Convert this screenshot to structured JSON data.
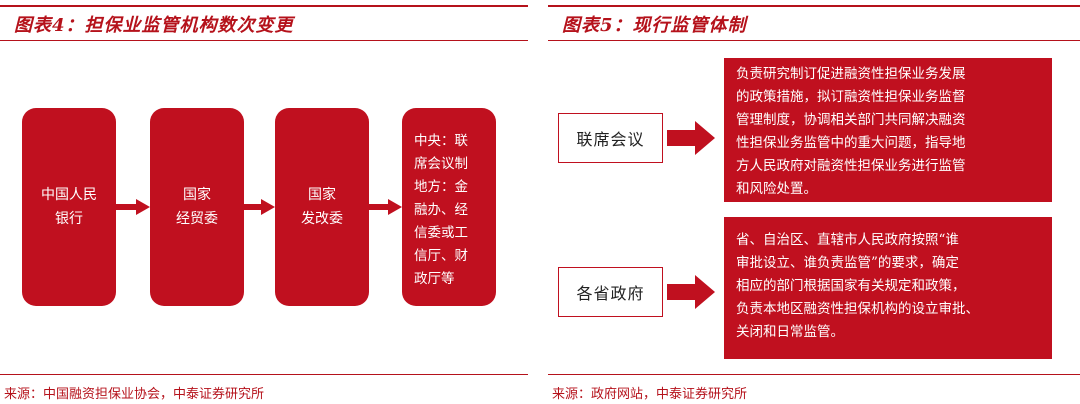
{
  "left": {
    "title": "图表4：担保业监管机构数次变更",
    "boxes": [
      {
        "lines": [
          "中国人民",
          "银行"
        ]
      },
      {
        "lines": [
          "国家",
          "经贸委"
        ]
      },
      {
        "lines": [
          "国家",
          "发改委"
        ]
      },
      {
        "lines": [
          "中央：联",
          "席会议制",
          "地方：金",
          "融办、经",
          "信委或工",
          "信厅、财",
          "政厅等"
        ]
      }
    ],
    "source": "来源：中国融资担保业协会，中泰证券研究所"
  },
  "right": {
    "title": "图表5：现行监管体制",
    "rows": [
      {
        "label": "联席会议",
        "lines": [
          "负责研究制订促进融资性担保业务发展",
          "的政策措施，拟订融资性担保业务监督",
          "管理制度，协调相关部门共同解决融资",
          "性担保业务监管中的重大问题，指导地",
          "方人民政府对融资性担保业务进行监管",
          "和风险处置。"
        ]
      },
      {
        "label": "各省政府",
        "lines": [
          "省、自治区、直辖市人民政府按照“谁",
          "审批设立、谁负责监管”的要求，确定",
          "相应的部门根据国家有关规定和政策，",
          "负责本地区融资性担保机构的设立审批、",
          "关闭和日常监管。"
        ]
      }
    ],
    "source": "来源：政府网站，中泰证券研究所"
  },
  "colors": {
    "accent": "#c0101f",
    "title": "#b5121b"
  }
}
